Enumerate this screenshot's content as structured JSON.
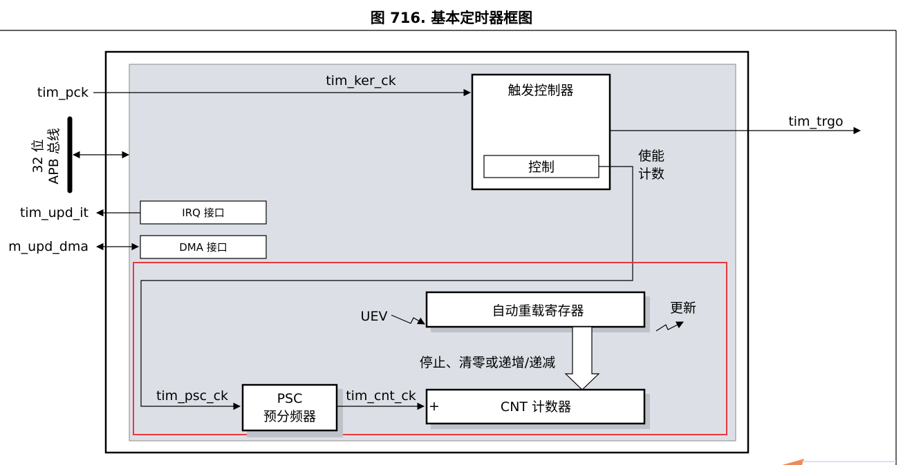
{
  "figure": {
    "title": "图 716. 基本定时器框图"
  },
  "signals": {
    "tim_pck": "tim_pck",
    "tim_ker_ck": "tim_ker_ck",
    "tim_trgo": "tim_trgo",
    "tim_upd_it": "tim_upd_it",
    "tim_upd_dma": "m_upd_dma",
    "tim_psc_ck": "tim_psc_ck",
    "tim_cnt_ck": "tim_cnt_ck",
    "uev": "UEV"
  },
  "bus": {
    "line1": "32 位",
    "line2": "APB 总线"
  },
  "blocks": {
    "trigger_controller": "触发控制器",
    "control": "控制",
    "irq_interface": "IRQ 接口",
    "dma_interface": "DMA 接口",
    "auto_reload": "自动重载寄存器",
    "psc_line1": "PSC",
    "psc_line2": "预分频器",
    "cnt_counter": "CNT 计数器",
    "plus": "+"
  },
  "annotations": {
    "enable_line1": "使能",
    "enable_line2": "计数",
    "update": "更新",
    "stop_clear": "停止、清零或递增/递减"
  },
  "colors": {
    "inner_fill": "#dce0e6",
    "highlight": "#e8383d",
    "line": "#000000"
  }
}
